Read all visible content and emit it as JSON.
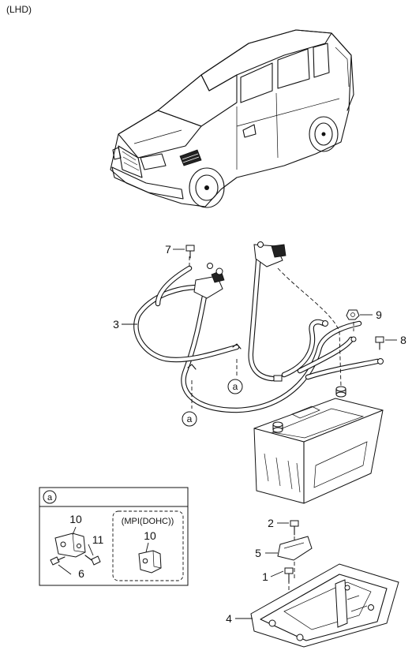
{
  "header": {
    "variant_label": "(LHD)"
  },
  "callouts": [
    {
      "id": "7",
      "label": "7"
    },
    {
      "id": "3",
      "label": "3"
    },
    {
      "id": "9",
      "label": "9"
    },
    {
      "id": "8",
      "label": "8"
    },
    {
      "id": "2",
      "label": "2"
    },
    {
      "id": "5",
      "label": "5"
    },
    {
      "id": "1",
      "label": "1"
    },
    {
      "id": "4",
      "label": "4"
    }
  ],
  "reference_markers": [
    {
      "id": "a1",
      "label": "a"
    },
    {
      "id": "a2",
      "label": "a"
    }
  ],
  "detail_box": {
    "header_marker": "a",
    "left": {
      "labels": [
        "10",
        "11",
        "6"
      ]
    },
    "right": {
      "title": "(MPI(DOHC))",
      "labels": [
        "10"
      ]
    }
  }
}
